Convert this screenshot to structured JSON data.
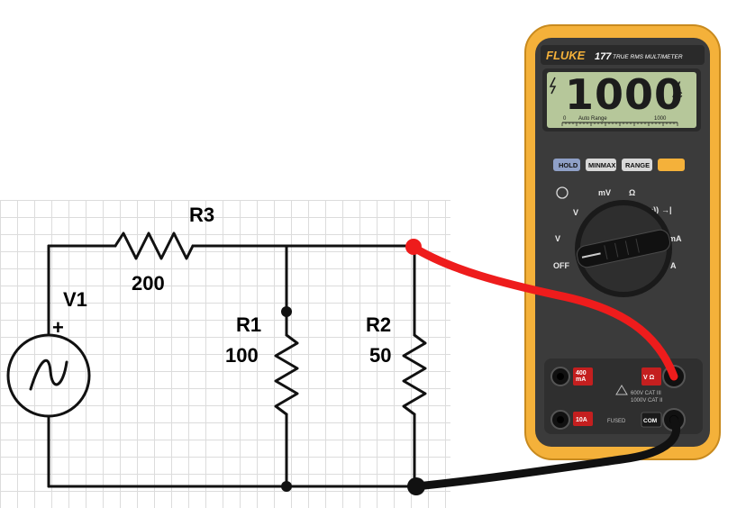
{
  "circuit": {
    "source_label": "V1",
    "source_polarity": "+",
    "resistors": [
      {
        "name": "R3",
        "value": "200"
      },
      {
        "name": "R1",
        "value": "100"
      },
      {
        "name": "R2",
        "value": "50"
      }
    ],
    "probe_colors": {
      "red": "#ee1c1c",
      "black": "#111111"
    }
  },
  "multimeter": {
    "brand": "FLUKE",
    "model": "177",
    "model_caption": "TRUE RMS MULTIMETER",
    "display": {
      "reading": "1000",
      "unit_top": "V",
      "unit_bottom": "AC",
      "scale_min": "0",
      "scale_caption": "Auto Range",
      "scale_max": "1000"
    },
    "buttons": {
      "hold": "HOLD",
      "minmax": "MINMAX",
      "range": "RANGE"
    },
    "dial": {
      "off": "OFF",
      "v_ac": "V",
      "mv": "mV",
      "ohm": "Ω",
      "diode": "→|",
      "continuity": "•))",
      "ma": "mA",
      "a": "A"
    },
    "jacks": {
      "ma": "400\nmA",
      "a": "10A",
      "v_ohm": "V Ω",
      "com": "COM",
      "fused": "FUSED",
      "rating1": "600V CAT III",
      "rating2": "1000V CAT II"
    },
    "colors": {
      "body": "#f4b13a",
      "faceplate": "#3d3d3d",
      "lcd": "#b6c79a"
    }
  }
}
